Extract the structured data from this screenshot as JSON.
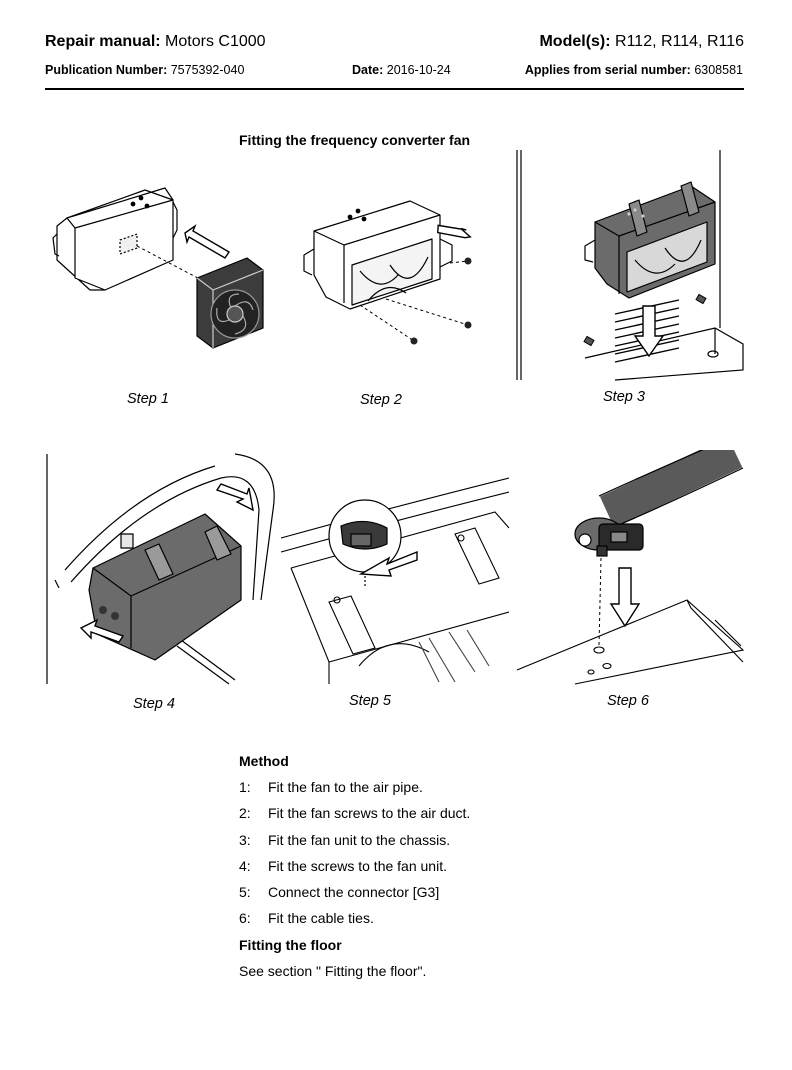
{
  "header": {
    "repair_label": "Repair manual:",
    "repair_value": "Motors C1000",
    "models_label": "Model(s):",
    "models_value": "R112, R114, R116",
    "publication_label": "Publication Number:",
    "publication_value": "7575392-040",
    "date_label": "Date:",
    "date_value": "2016-10-24",
    "serial_label": "Applies from serial number:",
    "serial_value": "6308581"
  },
  "section_title": "Fitting the frequency converter fan",
  "steps": [
    {
      "label": "Step 1"
    },
    {
      "label": "Step 2"
    },
    {
      "label": "Step 3"
    },
    {
      "label": "Step 4"
    },
    {
      "label": "Step 5"
    },
    {
      "label": "Step 6"
    }
  ],
  "method": {
    "title": "Method",
    "items": [
      {
        "num": "1:",
        "text": "Fit the fan to the air pipe."
      },
      {
        "num": "2:",
        "text": "Fit the fan screws to the air duct."
      },
      {
        "num": "3:",
        "text": "Fit the fan unit to the chassis."
      },
      {
        "num": "4:",
        "text": "Fit the screws to the fan unit."
      },
      {
        "num": "5:",
        "text": "Connect the connector [G3]"
      },
      {
        "num": "6:",
        "text": "Fit the cable ties."
      }
    ]
  },
  "floor": {
    "title": "Fitting the floor",
    "text": "See section \" Fitting the floor\"."
  },
  "colors": {
    "ink": "#000000",
    "dark_fill": "#5f5f5f",
    "mid_fill": "#8a8a8a",
    "light_fill": "#f2f2f2"
  }
}
